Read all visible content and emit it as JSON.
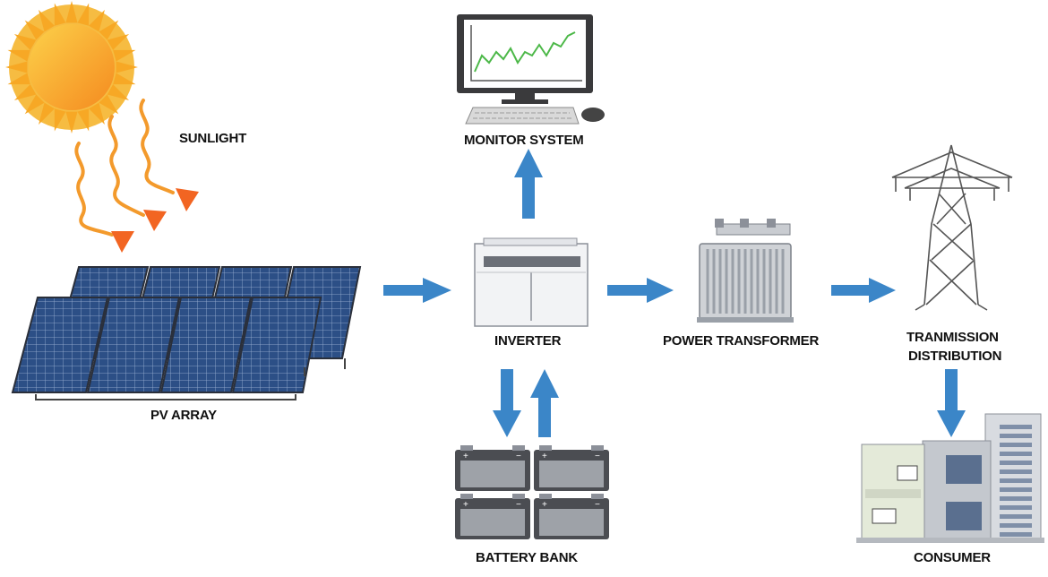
{
  "labels": {
    "sunlight": "SUNLIGHT",
    "pv_array": "PV ARRAY",
    "monitor_system": "MONITOR SYSTEM",
    "inverter": "INVERTER",
    "power_transformer": "POWER TRANSFORMER",
    "transmission_line1": "TRANMISSION",
    "transmission_line2": "DISTRIBUTION",
    "battery_bank": "BATTERY BANK",
    "consumer": "CONSUMER"
  },
  "battery_terminals": {
    "positive": "+",
    "negative": "−"
  },
  "colors": {
    "flow_arrow": "#3b86c8",
    "sun_rays": "#f5b52e",
    "sun_core": "#f7941d",
    "heat_rays": "#f39a2c",
    "panel_cell": "#2c4f86",
    "monitor_trend": "#4cb848"
  },
  "icons": [
    "sun-icon",
    "solar-panel-icon",
    "monitor-icon",
    "keyboard-icon",
    "mouse-icon",
    "inverter-icon",
    "transformer-icon",
    "transmission-tower-icon",
    "battery-icon",
    "building-icon"
  ]
}
